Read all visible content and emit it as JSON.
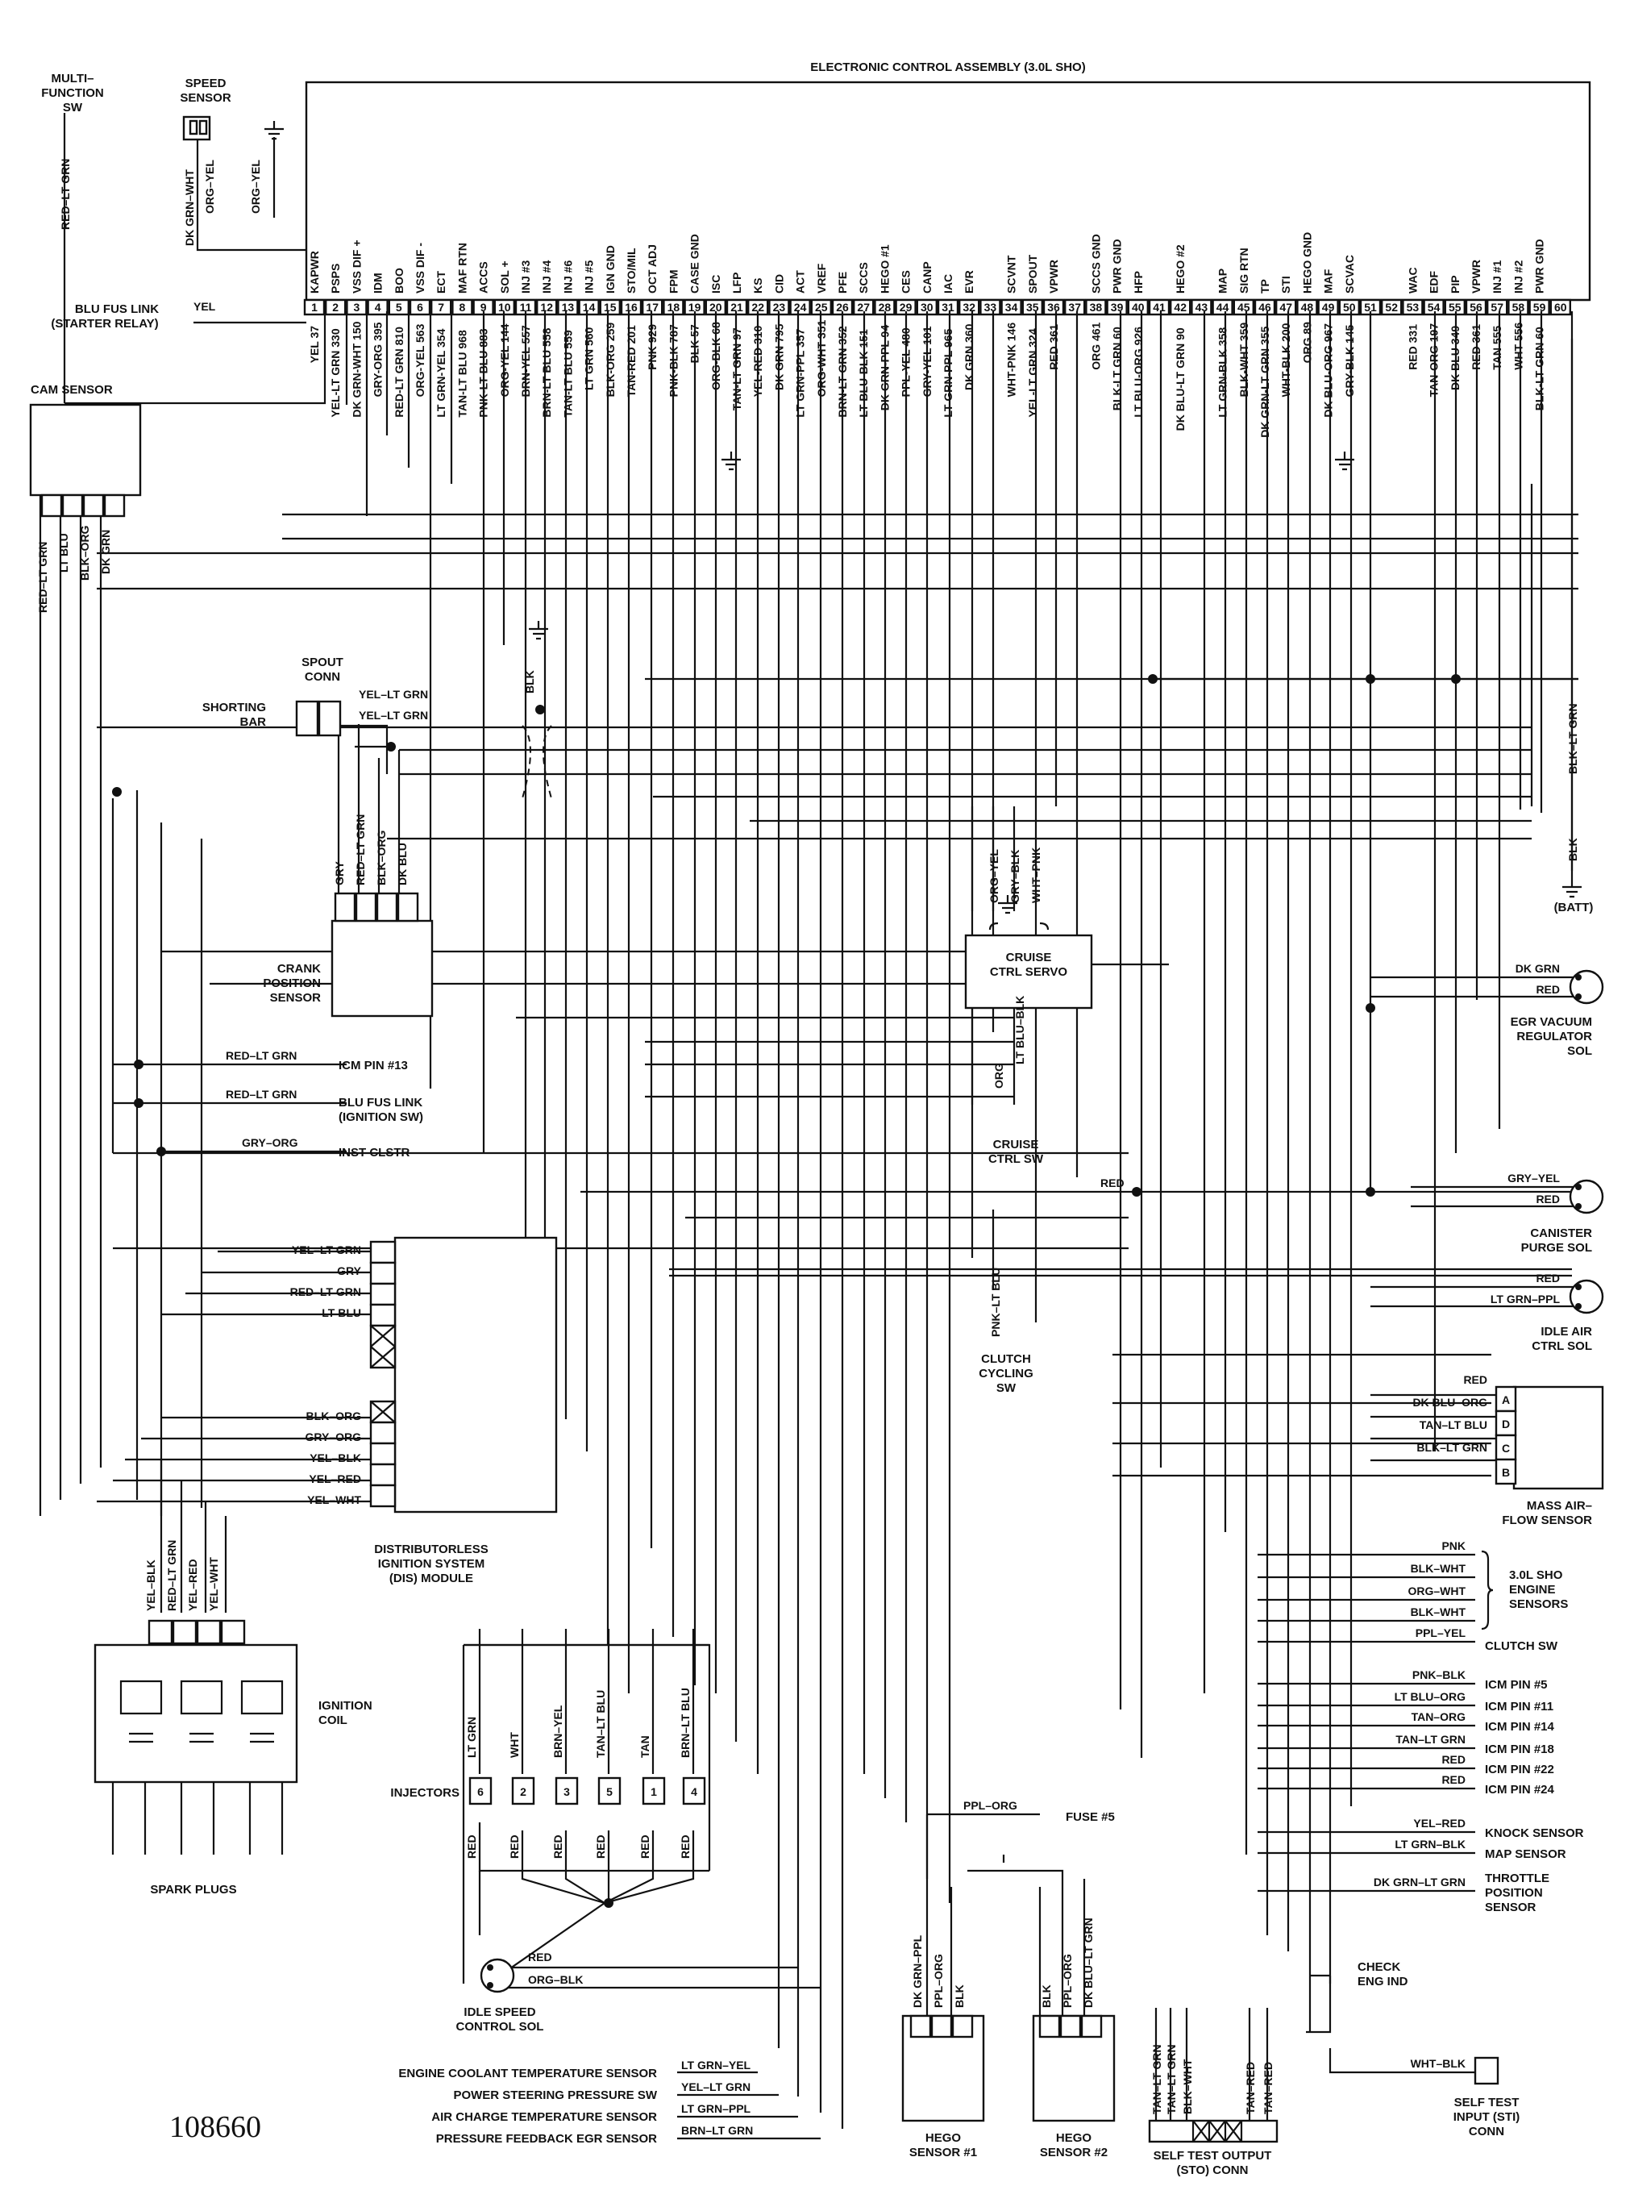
{
  "figure_number": "108660",
  "eca": {
    "title": "ELECTRONIC CONTROL ASSEMBLY (3.0L SHO)",
    "pins": [
      {
        "n": "1",
        "name": "KAPWR",
        "wire": "YEL 37"
      },
      {
        "n": "2",
        "name": "PSPS",
        "wire": "YEL-LT GRN 330"
      },
      {
        "n": "3",
        "name": "VSS DIF +",
        "wire": "DK GRN-WHT 150"
      },
      {
        "n": "4",
        "name": "IDM",
        "wire": "GRY-ORG 395"
      },
      {
        "n": "5",
        "name": "BOO",
        "wire": "RED-LT GRN 810"
      },
      {
        "n": "6",
        "name": "VSS DIF -",
        "wire": "ORG-YEL 563"
      },
      {
        "n": "7",
        "name": "ECT",
        "wire": "LT GRN-YEL 354"
      },
      {
        "n": "8",
        "name": "MAF RTN",
        "wire": "TAN-LT BLU 968"
      },
      {
        "n": "9",
        "name": "ACCS",
        "wire": "PNK-LT BLU 883"
      },
      {
        "n": "10",
        "name": "SOL +",
        "wire": "ORG-YEL 144"
      },
      {
        "n": "11",
        "name": "INJ #3",
        "wire": "BRN-YEL 557"
      },
      {
        "n": "12",
        "name": "INJ #4",
        "wire": "BRN-LT BLU 558"
      },
      {
        "n": "13",
        "name": "INJ #6",
        "wire": "TAN-LT BLU 559"
      },
      {
        "n": "14",
        "name": "INJ #5",
        "wire": "LT GRN 560"
      },
      {
        "n": "15",
        "name": "IGN GND",
        "wire": "BLK-ORG 259"
      },
      {
        "n": "16",
        "name": "STO/MIL",
        "wire": "TAN-RED 201"
      },
      {
        "n": "17",
        "name": "OCT ADJ",
        "wire": "PNK 929"
      },
      {
        "n": "18",
        "name": "FPM",
        "wire": "PNK-BLK 787"
      },
      {
        "n": "19",
        "name": "CASE GND",
        "wire": "BLK 57"
      },
      {
        "n": "20",
        "name": "ISC",
        "wire": "ORG-BLK 68"
      },
      {
        "n": "21",
        "name": "LFP",
        "wire": "TAN-LT GRN 97"
      },
      {
        "n": "22",
        "name": "KS",
        "wire": "YEL-RED 310"
      },
      {
        "n": "23",
        "name": "CID",
        "wire": "DK GRN 795"
      },
      {
        "n": "24",
        "name": "ACT",
        "wire": "LT GRN-PPL 357"
      },
      {
        "n": "25",
        "name": "VREF",
        "wire": "ORG-WHT 351"
      },
      {
        "n": "26",
        "name": "PFE",
        "wire": "BRN-LT GRN 352"
      },
      {
        "n": "27",
        "name": "SCCS",
        "wire": "LT BLU-BLK 151"
      },
      {
        "n": "28",
        "name": "HEGO #1",
        "wire": "DK GRN-PPL 94"
      },
      {
        "n": "29",
        "name": "CES",
        "wire": "PPL-YEL 480"
      },
      {
        "n": "30",
        "name": "CANP",
        "wire": "GRY-YEL 101"
      },
      {
        "n": "31",
        "name": "IAC",
        "wire": "LT GRN-PPL 965"
      },
      {
        "n": "32",
        "name": "EVR",
        "wire": "DK GRN 360"
      },
      {
        "n": "33",
        "name": "",
        "wire": ""
      },
      {
        "n": "34",
        "name": "SCVNT",
        "wire": "WHT-PNK 146"
      },
      {
        "n": "35",
        "name": "SPOUT",
        "wire": "YEL-LT GRN 324"
      },
      {
        "n": "36",
        "name": "VPWR",
        "wire": "RED 361"
      },
      {
        "n": "37",
        "name": "",
        "wire": ""
      },
      {
        "n": "38",
        "name": "SCCS GND",
        "wire": "ORG 461"
      },
      {
        "n": "39",
        "name": "PWR GND",
        "wire": "BLK-LT GRN 60"
      },
      {
        "n": "40",
        "name": "HFP",
        "wire": "LT BLU-ORG 926"
      },
      {
        "n": "41",
        "name": "",
        "wire": ""
      },
      {
        "n": "42",
        "name": "HEGO #2",
        "wire": "DK BLU-LT GRN 90"
      },
      {
        "n": "43",
        "name": "",
        "wire": ""
      },
      {
        "n": "44",
        "name": "MAP",
        "wire": "LT GRN-BLK 358"
      },
      {
        "n": "45",
        "name": "SIG RTN",
        "wire": "BLK-WHT 359"
      },
      {
        "n": "46",
        "name": "TP",
        "wire": "DK GRN-LT GRN 355"
      },
      {
        "n": "47",
        "name": "STI",
        "wire": "WHT-BLK 200"
      },
      {
        "n": "48",
        "name": "HEGO GND",
        "wire": "ORG 89"
      },
      {
        "n": "49",
        "name": "MAF",
        "wire": "DK BLU-ORG 967"
      },
      {
        "n": "50",
        "name": "SCVAC",
        "wire": "GRY-BLK 145"
      },
      {
        "n": "51",
        "name": "",
        "wire": ""
      },
      {
        "n": "52",
        "name": "",
        "wire": ""
      },
      {
        "n": "53",
        "name": "WAC",
        "wire": "RED 331"
      },
      {
        "n": "54",
        "name": "EDF",
        "wire": "TAN-ORG 197"
      },
      {
        "n": "55",
        "name": "PIP",
        "wire": "DK BLU 349"
      },
      {
        "n": "56",
        "name": "VPWR",
        "wire": "RED 361"
      },
      {
        "n": "57",
        "name": "INJ #1",
        "wire": "TAN 555"
      },
      {
        "n": "58",
        "name": "INJ #2",
        "wire": "WHT 556"
      },
      {
        "n": "59",
        "name": "PWR GND",
        "wire": "BLK-LT GRN 60"
      },
      {
        "n": "60",
        "name": "",
        "wire": ""
      }
    ]
  },
  "components": {
    "multi_function_sw": [
      "MULTI–",
      "FUNCTION",
      "SW"
    ],
    "speed_sensor": [
      "SPEED",
      "SENSOR"
    ],
    "speed_sensor_wires": [
      "DK GRN–WHT",
      "ORG–YEL",
      "ORG–YEL"
    ],
    "multi_function_wire": "RED–LT GRN",
    "blu_fus_link": [
      "BLU FUS LINK",
      "(STARTER RELAY)"
    ],
    "blu_fus_wire": "YEL",
    "cam_sensor": "CAM SENSOR",
    "cam_wires": [
      "RED–LT GRN",
      "LT BLU",
      "BLK–ORG",
      "DK GRN"
    ],
    "spout_conn": [
      "SPOUT",
      "CONN"
    ],
    "shorting_bar": [
      "SHORTING",
      "BAR"
    ],
    "spout_wires": [
      "YEL–LT GRN",
      "YEL–LT GRN"
    ],
    "blk_ground": "BLK",
    "crank_sensor": [
      "CRANK",
      "POSITION",
      "SENSOR"
    ],
    "crank_wires": [
      "GRY",
      "RED–LT GRN",
      "BLK–ORG",
      "DK BLU"
    ],
    "icm_pin13": {
      "wire": "RED–LT GRN",
      "label": "ICM PIN #13"
    },
    "blu_fus_ign": {
      "wire": "RED–LT GRN",
      "label": [
        "BLU FUS LINK",
        "(IGNITION SW)"
      ]
    },
    "inst_clstr": {
      "wire": "GRY–ORG",
      "label": "INST CLSTR"
    },
    "dis_wires": [
      "YEL–LT GRN",
      "GRY",
      "RED–LT GRN",
      "LT BLU",
      "BLK–ORG",
      "GRY–ORG",
      "YEL–BLK",
      "YEL–RED",
      "YEL–WHT"
    ],
    "dis_module": [
      "DISTRIBUTORLESS",
      "IGNITION SYSTEM",
      "(DIS) MODULE"
    ],
    "coil_wires": [
      "YEL–BLK",
      "RED–LT GRN",
      "YEL–RED",
      "YEL–WHT"
    ],
    "ignition_coil": [
      "IGNITION",
      "COIL"
    ],
    "spark_plugs": "SPARK PLUGS",
    "injectors": "INJECTORS",
    "injector_numbers": [
      "6",
      "2",
      "3",
      "5",
      "1",
      "4"
    ],
    "injector_wires_top": [
      "LT GRN",
      "WHT",
      "BRN–YEL",
      "TAN–LT BLU",
      "TAN",
      "BRN–LT BLU"
    ],
    "injector_wires_bottom": [
      "RED",
      "RED",
      "RED",
      "RED",
      "RED",
      "RED"
    ],
    "idle_speed_sol": {
      "wires": [
        "RED",
        "ORG–BLK"
      ],
      "label": [
        "IDLE SPEED",
        "CONTROL SOL"
      ]
    },
    "cruise_servo": {
      "wires": [
        "ORG–YEL",
        "GRY–BLK",
        "WHT–PNK"
      ],
      "label": [
        "CRUISE",
        "CTRL SERVO"
      ]
    },
    "cruise_sw": {
      "wires": [
        "ORG",
        "LT BLU–BLK"
      ],
      "label": [
        "CRUISE",
        "CTRL SW"
      ]
    },
    "clutch_cycling": {
      "wire": "PNK–LT BLU",
      "label": [
        "CLUTCH",
        "CYCLING",
        "SW"
      ]
    },
    "batt": {
      "wires": [
        "BLK–LT GRN",
        "BLK"
      ],
      "label": "(BATT)"
    },
    "red_bus": "RED",
    "egr_vac": {
      "wires": [
        "DK GRN",
        "RED"
      ],
      "label": [
        "EGR VACUUM",
        "REGULATOR",
        "SOL"
      ]
    },
    "canister": {
      "wires": [
        "GRY–YEL",
        "RED"
      ],
      "label": [
        "CANISTER",
        "PURGE SOL"
      ]
    },
    "idle_air": {
      "wires": [
        "RED",
        "LT GRN–PPL"
      ],
      "label": [
        "IDLE AIR",
        "CTRL SOL"
      ]
    },
    "maf_sensor": {
      "wires": [
        "RED",
        "DK BLU–ORG",
        "TAN–LT BLU",
        "BLK–LT GRN"
      ],
      "pins": [
        "A",
        "D",
        "C",
        "B"
      ],
      "label": [
        "MASS AIR–",
        "FLOW SENSOR"
      ]
    },
    "engine_sensors": {
      "wires": [
        "PNK",
        "BLK–WHT",
        "ORG–WHT",
        "BLK–WHT"
      ],
      "label": [
        "3.0L SHO",
        "ENGINE",
        "SENSORS"
      ]
    },
    "clutch_sw": {
      "wire": "PPL–YEL",
      "label": "CLUTCH SW"
    },
    "icm_pins": [
      {
        "wire": "PNK–BLK",
        "label": "ICM PIN #5"
      },
      {
        "wire": "LT BLU–ORG",
        "label": "ICM PIN #11"
      },
      {
        "wire": "TAN–ORG",
        "label": "ICM PIN #14"
      },
      {
        "wire": "TAN–LT GRN",
        "label": "ICM PIN #18"
      },
      {
        "wire": "RED",
        "label": "ICM PIN #22"
      },
      {
        "wire": "RED",
        "label": "ICM PIN #24"
      }
    ],
    "knock_sensor": {
      "wire": "YEL–RED",
      "label": "KNOCK SENSOR"
    },
    "map_sensor": {
      "wire": "LT GRN–BLK",
      "label": "MAP SENSOR"
    },
    "throttle_sensor": {
      "wire": "DK GRN–LT GRN",
      "label": [
        "THROTTLE",
        "POSITION",
        "SENSOR"
      ]
    },
    "fuse5": {
      "wire": "PPL–ORG",
      "label": "FUSE #5"
    },
    "hego1": {
      "wires": [
        "DK GRN–PPL",
        "PPL–ORG",
        "BLK"
      ],
      "label": [
        "HEGO",
        "SENSOR #1"
      ]
    },
    "hego2": {
      "wires": [
        "BLK",
        "PPL–ORG",
        "DK BLU–LT GRN"
      ],
      "label": [
        "HEGO",
        "SENSOR #2"
      ]
    },
    "sto_conn": {
      "wires": [
        "TAN–LT GRN",
        "TAN–LT GRN",
        "BLK–WHT",
        "TAN–RED",
        "TAN–RED"
      ],
      "label": [
        "SELF TEST OUTPUT",
        "(STO) CONN"
      ]
    },
    "check_eng": [
      "CHECK",
      "ENG IND"
    ],
    "sti_conn": {
      "wire": "WHT–BLK",
      "label": [
        "SELF TEST",
        "INPUT (STI)",
        "CONN"
      ]
    },
    "bottom_sensors": [
      {
        "label": "ENGINE COOLANT TEMPERATURE SENSOR",
        "wire": "LT GRN–YEL"
      },
      {
        "label": "POWER STEERING PRESSURE SW",
        "wire": "YEL–LT GRN"
      },
      {
        "label": "AIR CHARGE TEMPERATURE SENSOR",
        "wire": "LT GRN–PPL"
      },
      {
        "label": "PRESSURE FEEDBACK EGR SENSOR",
        "wire": "BRN–LT GRN"
      }
    ]
  }
}
